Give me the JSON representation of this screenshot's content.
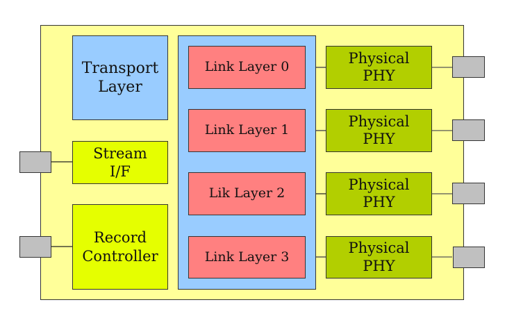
{
  "diagram": {
    "title": "",
    "colors": {
      "container": "#ffff99",
      "transport": "#99ccff",
      "link_group": "#99ccff",
      "link": "#ff8080",
      "stream_record": "#e5ff00",
      "physical": "#b2cf00",
      "connector": "#c0c0c0"
    },
    "left_blocks": {
      "transport": "Transport\nLayer",
      "stream": "Stream\nI/F",
      "record": "Record\nController"
    },
    "link_layers": [
      "Link Layer 0",
      "Link Layer 1",
      "Lik Layer 2",
      "Link Layer 3"
    ],
    "physical_blocks": [
      "Physical\nPHY",
      "Physical\nPHY",
      "Physical\nPHY",
      "Physical\nPHY"
    ],
    "connectors": {
      "left": [
        "stream-port",
        "record-port"
      ],
      "right": [
        "phy-port-0",
        "phy-port-1",
        "phy-port-2",
        "phy-port-3"
      ]
    }
  }
}
